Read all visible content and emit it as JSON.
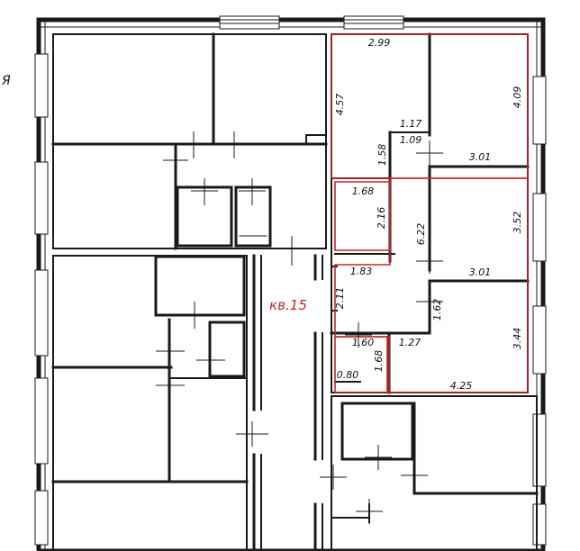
{
  "apartment": {
    "label": "кв.15",
    "label_color": "#c4262b",
    "outline_color": "#c4262b"
  },
  "dimensions": {
    "d_2_99": "2.99",
    "d_4_57": "4.57",
    "d_4_09": "4.09",
    "d_1_17": "1.17",
    "d_1_09": "1.09",
    "d_1_58": "1.58",
    "d_3_01_a": "3.01",
    "d_1_68_a": "1.68",
    "d_2_16": "2.16",
    "d_6_22": "6.22",
    "d_3_52": "3.52",
    "d_1_83": "1.83",
    "d_3_01_b": "3.01",
    "d_2_11": "2.11",
    "d_1_62": "1.62",
    "d_1_60": "1.60",
    "d_1_27": "1.27",
    "d_3_44": "3.44",
    "d_0_80": "0.80",
    "d_1_68_b": "1.68",
    "d_4_25": "4.25"
  },
  "edge_text": "Я",
  "colors": {
    "wall": "#1a1a1a",
    "background": "#ffffff"
  }
}
